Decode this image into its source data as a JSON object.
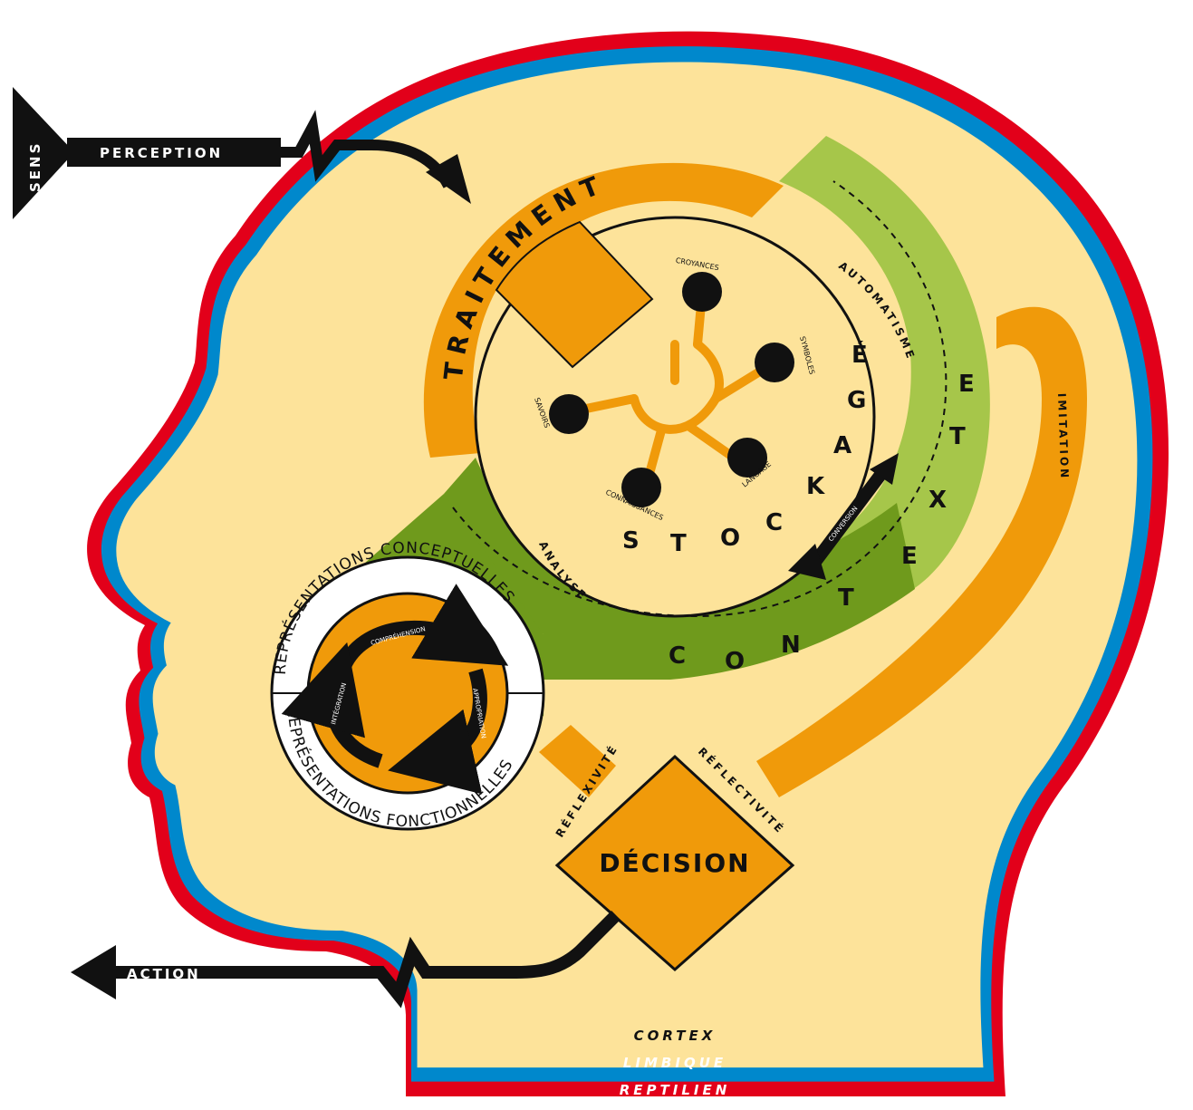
{
  "colors": {
    "reptilien": "#e2001a",
    "limbique": "#0088cc",
    "cortex_fill": "#fde39a",
    "orange": "#f09a0a",
    "light_green": "#a6c64a",
    "dark_green": "#6f9a1c",
    "black": "#111111",
    "white": "#ffffff"
  },
  "inputs": {
    "sens": "SENS",
    "perception": "PERCEPTION",
    "action": "ACTION"
  },
  "ring": {
    "traitement": "TRAITEMENT",
    "automatisme": "AUTOMATISME",
    "analyse": "ANALYSE",
    "stockage_letters": [
      "S",
      "T",
      "O",
      "C",
      "K",
      "A",
      "G",
      "É"
    ],
    "contexte_letters": [
      "C",
      "O",
      "N",
      "T",
      "E",
      "X",
      "T",
      "E"
    ]
  },
  "nodes": [
    "CROYANCES",
    "SYMBOLES",
    "LANGAGE",
    "CONNAISSANCES",
    "SAVOIRS"
  ],
  "pathways": {
    "imitation": "IMITATION",
    "reflexivite": "RÉFLEXIVITÉ",
    "reflectivite": "RÉFLECTIVITÉ",
    "decision": "DÉCISION",
    "transfer_label": "CONVERSION"
  },
  "representations": {
    "conceptuelles": "REPRÉSENTATIONS CONCEPTUELLES",
    "fonctionnelles": "REPRÉSENTATIONS FONCTIONNELLES",
    "cycle": [
      "COMPRÉHENSION",
      "APPROPRIATION",
      "INTÉGRATION"
    ]
  },
  "brain_layers": {
    "cortex": "CORTEX",
    "limbique": "LIMBIQUE",
    "reptilien": "REPTILIEN"
  }
}
